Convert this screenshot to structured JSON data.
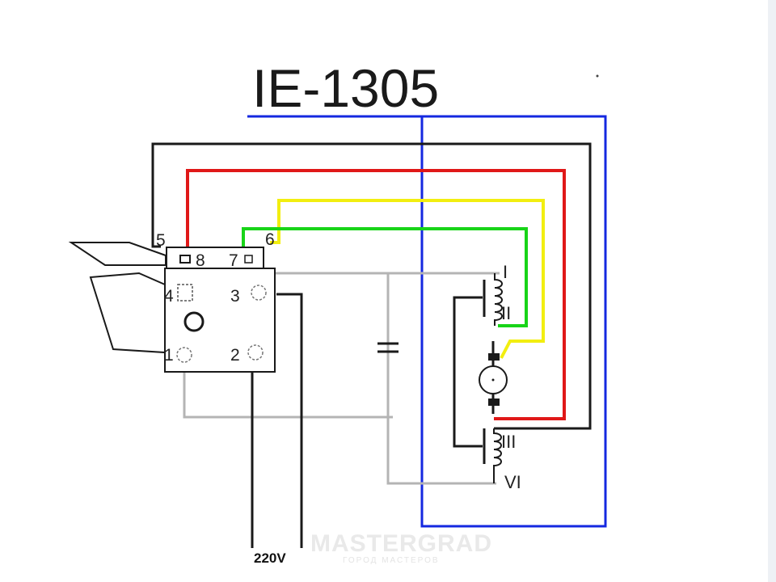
{
  "title": "IE-1305",
  "switch_terminals": [
    "5",
    "8",
    "7",
    "6",
    "4",
    "3",
    "1",
    "2"
  ],
  "windings": [
    "I",
    "II",
    "III",
    "VI"
  ],
  "voltage_label": "220V",
  "watermark": "MASTERGRAD",
  "watermark_sub": "ГОРОД МАСТЕРОВ",
  "colors": {
    "blue_box": "#1428e0",
    "red_wire": "#e01818",
    "yellow_wire": "#f2ee10",
    "green_wire": "#18d418",
    "black_wire": "#1a1a1a",
    "gray_wire": "#b4b4b4"
  }
}
